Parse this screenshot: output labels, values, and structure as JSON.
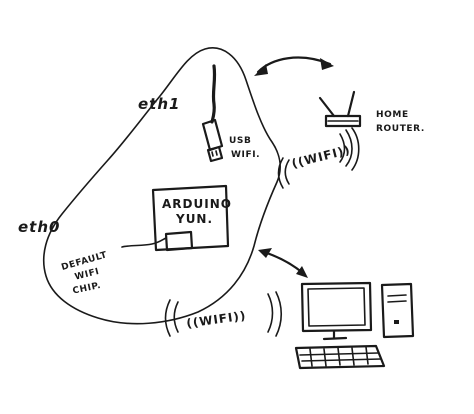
{
  "labels": {
    "eth1": "eth1",
    "eth0": "eth0",
    "usb_wifi_line1": "USB",
    "usb_wifi_line2": "WIFI.",
    "home_router_line1": "HOME",
    "home_router_line2": "ROUTER.",
    "arduino_line1": "ARDUINO",
    "arduino_line2": "YUN.",
    "default_chip_line1": "DEFAULT",
    "default_chip_line2": "WIFI",
    "default_chip_line3": "CHIP.",
    "wifi_right": "((WIFI))",
    "wifi_bottom": "((WIFI))"
  },
  "icons": {
    "usb_dongle": "usb-wifi-dongle-icon",
    "router": "router-icon",
    "computer": "desktop-computer-icon",
    "arduino": "arduino-board-icon"
  },
  "colors": {
    "ink": "#1a1a1a",
    "paper": "#ffffff"
  }
}
